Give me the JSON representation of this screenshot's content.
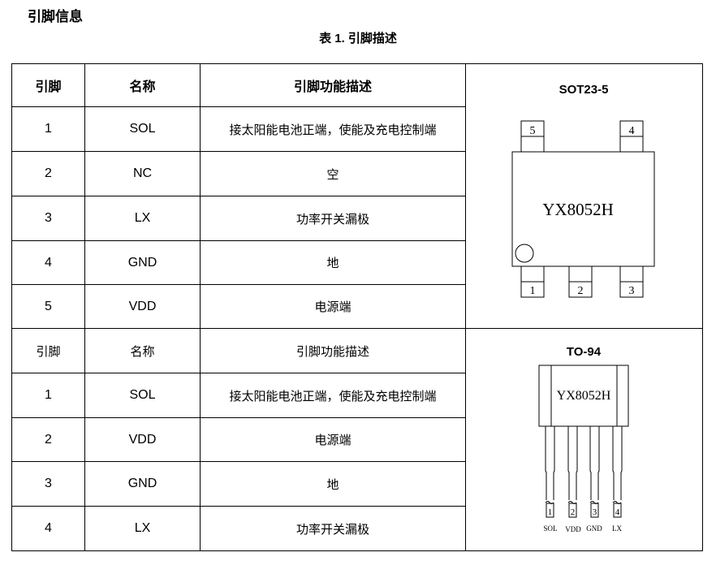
{
  "section_title": "引脚信息",
  "table_caption": "表 1. 引脚描述",
  "headers": [
    "引脚",
    "名称",
    "引脚功能描述"
  ],
  "sot_rows": [
    {
      "pin": "1",
      "name": "SOL",
      "desc": "接太阳能电池正端，使能及充电控制端"
    },
    {
      "pin": "2",
      "name": "NC",
      "desc": "空"
    },
    {
      "pin": "3",
      "name": "LX",
      "desc": "功率开关漏极"
    },
    {
      "pin": "4",
      "name": "GND",
      "desc": "地"
    },
    {
      "pin": "5",
      "name": "VDD",
      "desc": "电源端"
    }
  ],
  "to_rows": [
    {
      "pin": "1",
      "name": "SOL",
      "desc": "接太阳能电池正端，使能及充电控制端"
    },
    {
      "pin": "2",
      "name": "VDD",
      "desc": "电源端"
    },
    {
      "pin": "3",
      "name": "GND",
      "desc": "地"
    },
    {
      "pin": "4",
      "name": "LX",
      "desc": "功率开关漏极"
    }
  ],
  "sot": {
    "title": "SOT23-5",
    "chip": "YX8052H",
    "pins": [
      "1",
      "2",
      "3",
      "4",
      "5"
    ]
  },
  "to94": {
    "title": "TO-94",
    "chip": "YX8052H",
    "pins": [
      "1",
      "2",
      "3",
      "4"
    ],
    "pin_labels": [
      "SOL",
      "VDD",
      "GND",
      "LX"
    ]
  }
}
